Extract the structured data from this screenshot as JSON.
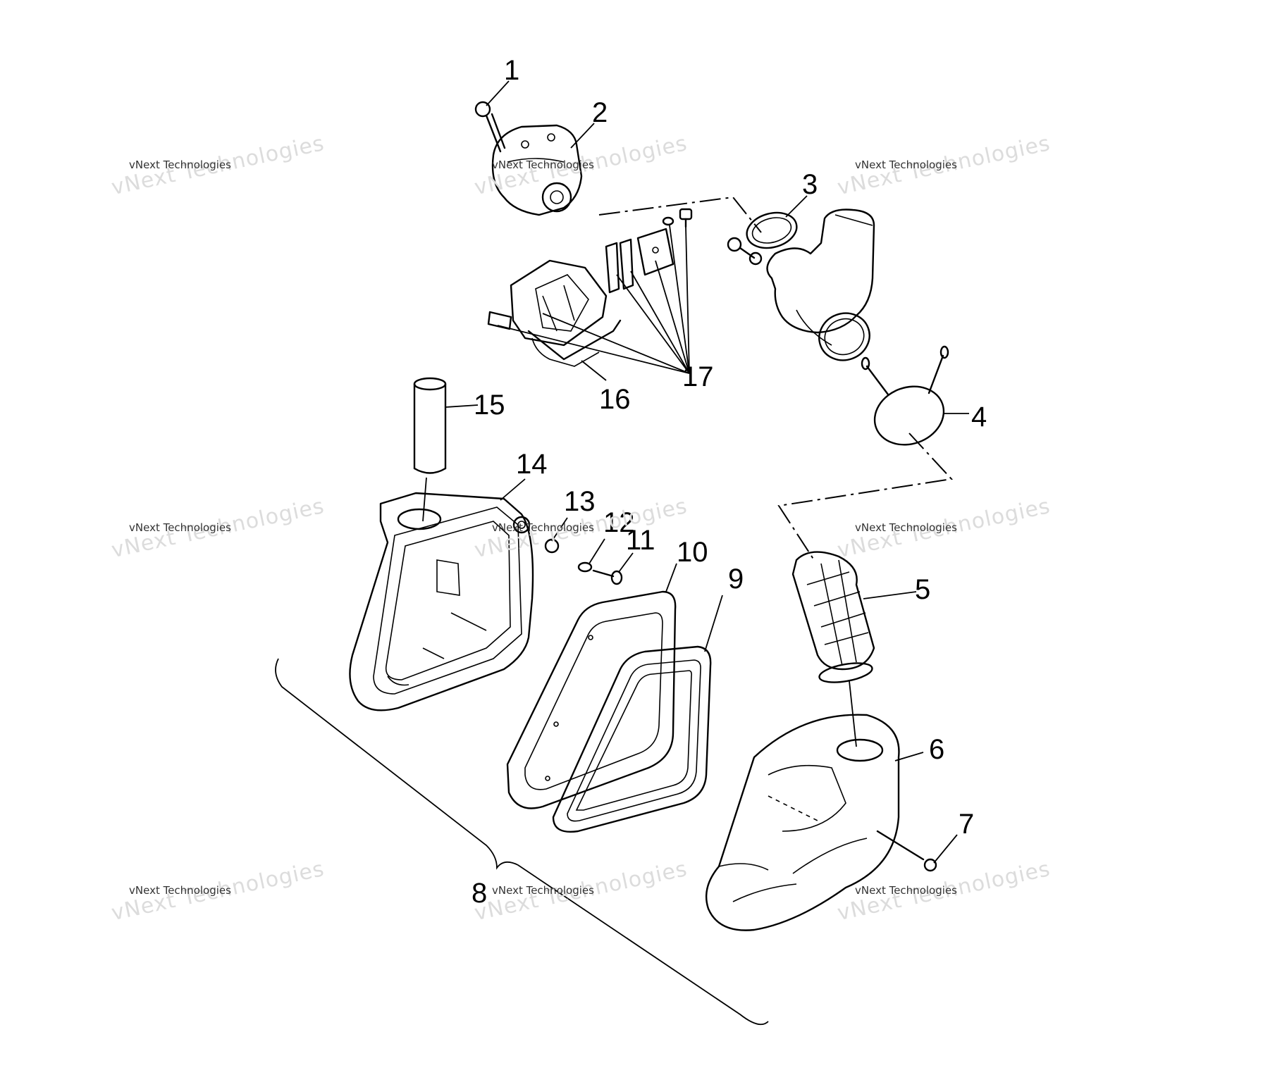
{
  "diagram": {
    "callouts": {
      "c1": "1",
      "c2": "2",
      "c3": "3",
      "c4": "4",
      "c5": "5",
      "c6": "6",
      "c7": "7",
      "c8": "8",
      "c9": "9",
      "c10": "10",
      "c11": "11",
      "c12": "12",
      "c13": "13",
      "c14": "14",
      "c15": "15",
      "c16": "16",
      "c17": "17"
    }
  },
  "watermark": {
    "small": "vNext Technologies",
    "big": "vNext Technologies"
  }
}
